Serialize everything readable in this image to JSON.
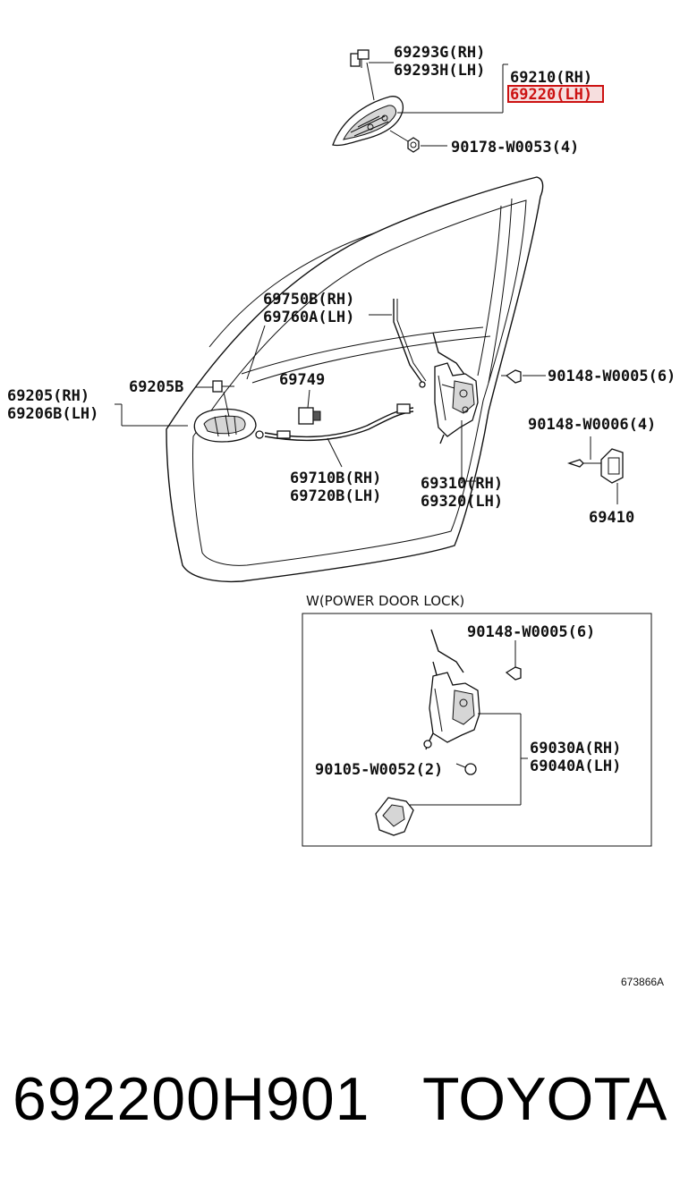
{
  "callouts": {
    "c69293": {
      "rh": "69293G(RH)",
      "lh": "69293H(LH)"
    },
    "c69210": {
      "rh": "69210(RH)",
      "lh": "69220(LH)"
    },
    "c90178": "90178-W0053(4)",
    "c69750": {
      "rh": "69750B(RH)",
      "lh": "69760A(LH)"
    },
    "c69205B": "69205B",
    "c69205": {
      "rh": "69205(RH)",
      "lh": "69206B(LH)"
    },
    "c69749": "69749",
    "c90148a": "90148-W0005(6)",
    "c90148b": "90148-W0006(4)",
    "c69710": {
      "rh": "69710B(RH)",
      "lh": "69720B(LH)"
    },
    "c69310": {
      "rh": "69310(RH)",
      "lh": "69320(LH)"
    },
    "c69410": "69410"
  },
  "inset": {
    "title": "W(POWER DOOR LOCK)",
    "c90148": "90148-W0005(6)",
    "c69030": {
      "rh": "69030A(RH)",
      "lh": "69040A(LH)"
    },
    "c90105": "90105-W0052(2)"
  },
  "reference_code": "673866A",
  "footer": {
    "part_number": "692200H901",
    "brand": "TOYOTA"
  },
  "highlight_color": "#cc1111"
}
